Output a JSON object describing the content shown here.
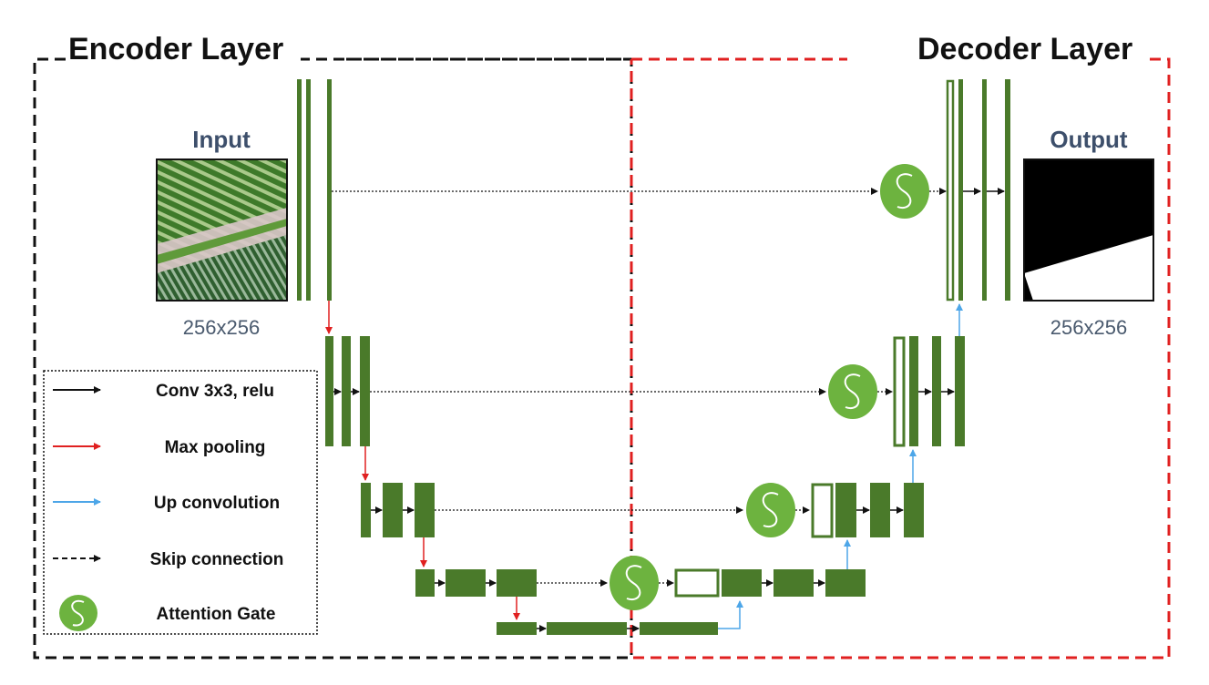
{
  "titles": {
    "encoder": "Encoder Layer",
    "decoder": "Decoder Layer"
  },
  "input": {
    "label": "Input",
    "size": "256x256"
  },
  "output": {
    "label": "Output",
    "size": "256x256"
  },
  "legend": {
    "items": [
      {
        "id": "conv",
        "label": "Conv 3x3, relu",
        "symbol": "black-arrow",
        "color": "#111111"
      },
      {
        "id": "pool",
        "label": "Max pooling",
        "symbol": "red-arrow",
        "color": "#e02020"
      },
      {
        "id": "upconv",
        "label": "Up convolution",
        "symbol": "blue-arrow",
        "color": "#4da6e8"
      },
      {
        "id": "skip",
        "label": "Skip connection",
        "symbol": "dashed-arrow",
        "color": "#111111"
      },
      {
        "id": "attention",
        "label": "Attention Gate",
        "symbol": "attention-gate-icon",
        "color": "#6db33f"
      }
    ]
  },
  "colors": {
    "block": "#4a7a2a",
    "attention": "#6db33f",
    "encoder_border": "#111111",
    "decoder_border": "#e02020",
    "pool_arrow": "#e02020",
    "up_arrow": "#4da6e8"
  }
}
